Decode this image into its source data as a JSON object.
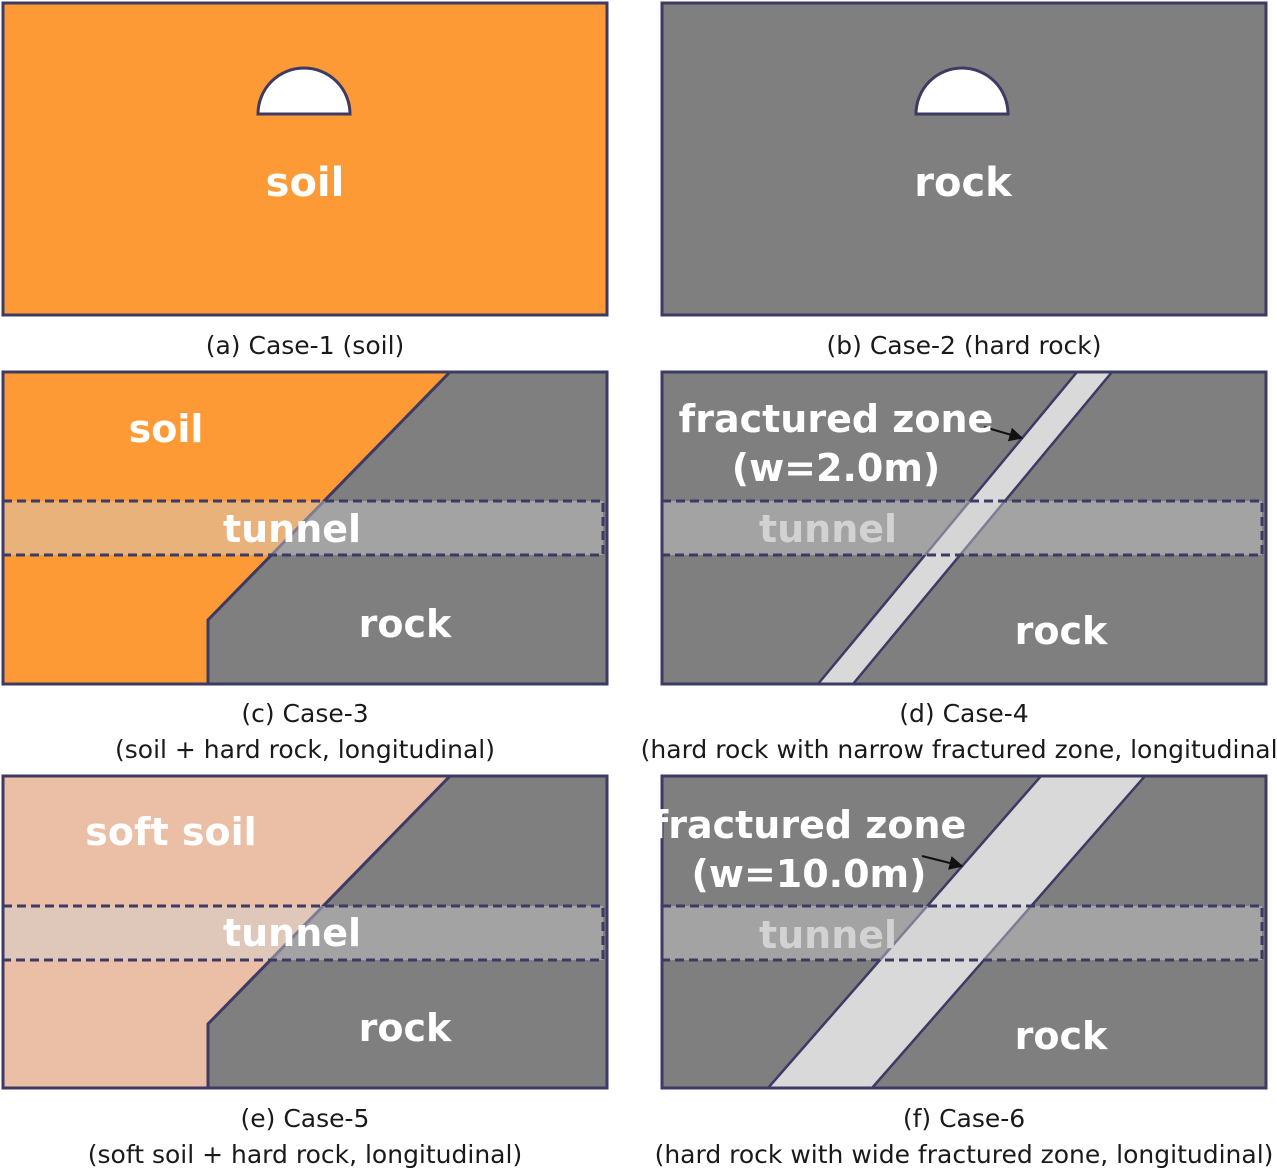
{
  "colors": {
    "soil": "#fd9a35",
    "soft_soil": "#ebbfa6",
    "rock": "#7f7f7f",
    "fractured": "#d9d9d9",
    "border": "#3d3a63",
    "tunnel_band": "#d0d0d0"
  },
  "panels": [
    {
      "id": "a",
      "labels": {
        "material": "soil"
      },
      "caption": [
        "(a) Case-1 (soil)"
      ]
    },
    {
      "id": "b",
      "labels": {
        "material": "rock"
      },
      "caption": [
        "(b) Case-2 (hard rock)"
      ]
    },
    {
      "id": "c",
      "labels": {
        "soil": "soil",
        "tunnel": "tunnel",
        "rock": "rock"
      },
      "caption": [
        "(c) Case-3",
        "(soil + hard rock, longitudinal)"
      ]
    },
    {
      "id": "d",
      "labels": {
        "zone": "fractured zone",
        "width": "(w=2.0m)",
        "tunnel": "tunnel",
        "rock": "rock"
      },
      "caption": [
        "(d) Case-4",
        "(hard rock with narrow fractured zone, longitudinal)"
      ]
    },
    {
      "id": "e",
      "labels": {
        "soil": "soft soil",
        "tunnel": "tunnel",
        "rock": "rock"
      },
      "caption": [
        "(e) Case-5",
        "(soft soil + hard rock, longitudinal)"
      ]
    },
    {
      "id": "f",
      "labels": {
        "zone": "fractured zone",
        "width": "(w=10.0m)",
        "tunnel": "tunnel",
        "rock": "rock"
      },
      "caption": [
        "(f) Case-6",
        "(hard rock with wide fractured zone, longitudinal)"
      ]
    }
  ]
}
